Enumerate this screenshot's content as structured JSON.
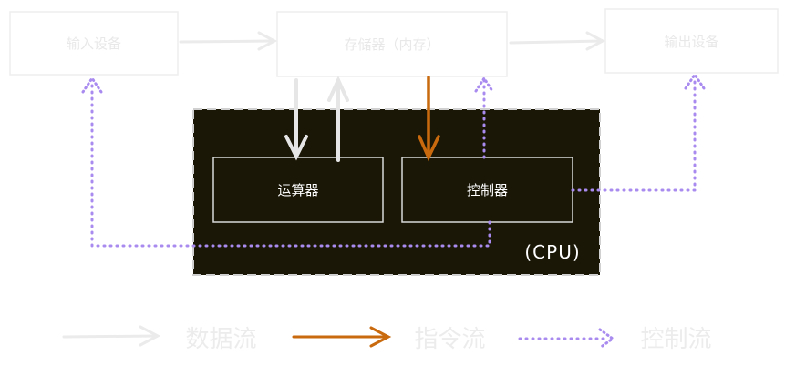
{
  "nodes": {
    "input_device": "输入设备",
    "memory": "存储器（内存）",
    "output_device": "输出设备",
    "alu": "运算器",
    "controller": "控制器",
    "cpu": "(CPU)"
  },
  "legend": {
    "data_flow": "数据流",
    "instruction_flow": "指令流",
    "control_flow": "控制流"
  },
  "colors": {
    "faded": "#ebebeb",
    "cpu_fill": "#1a1707",
    "instruction": "#c96a0e",
    "control": "#a98bf0",
    "inner_border": "#d8d8d8"
  }
}
